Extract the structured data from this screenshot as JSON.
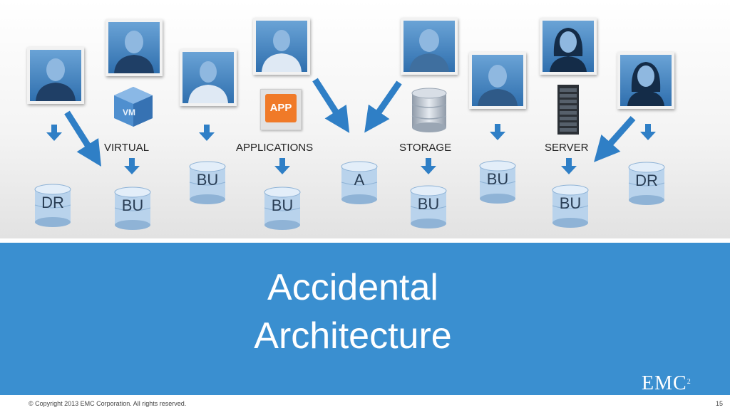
{
  "title": {
    "line1": "Accidental",
    "line2": "Architecture"
  },
  "categories": {
    "virtual": "VIRTUAL",
    "applications": "APPLICATIONS",
    "storage": "STORAGE",
    "server": "SERVER"
  },
  "databases": {
    "dr_left": "DR",
    "bu_virtual": "BU",
    "bu_upper_1": "BU",
    "bu_apps": "BU",
    "a_center": "A",
    "bu_storage": "BU",
    "bu_upper_2": "BU",
    "bu_server": "BU",
    "dr_right": "DR"
  },
  "icons": {
    "vm_icon_label": "VM",
    "app_icon_label": "APP"
  },
  "footer": {
    "copyright": "© Copyright 2013 EMC Corporation. All rights reserved.",
    "page": "15"
  },
  "logo": {
    "text": "EMC",
    "superscript": "2"
  },
  "colors": {
    "banner": "#3a8fd0",
    "arrow": "#2f7fc6",
    "app_icon": "#f07a28"
  }
}
